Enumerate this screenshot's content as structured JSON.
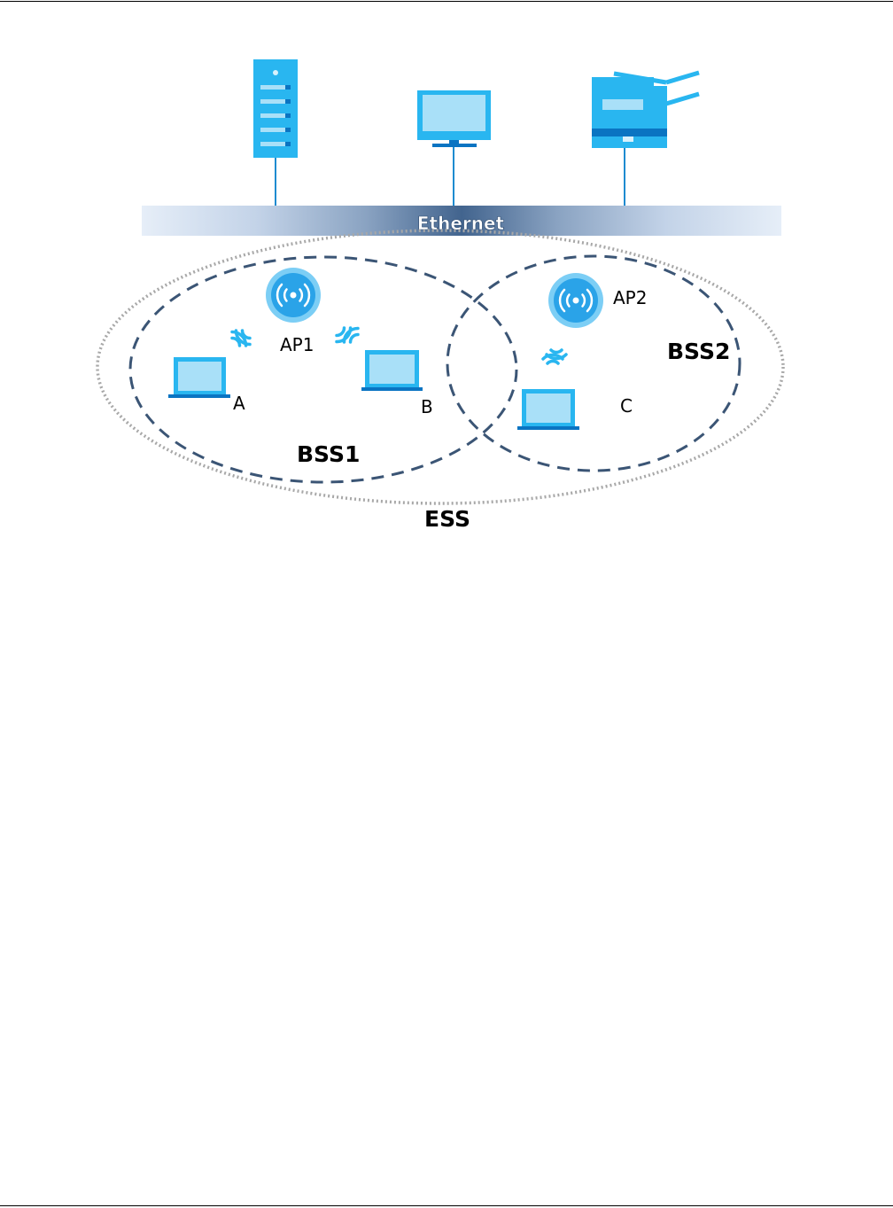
{
  "diagram": {
    "ethernet_label": "Ethernet",
    "ess_label": "ESS",
    "bss1_label": "BSS1",
    "bss2_label": "BSS2",
    "ap1_label": "AP1",
    "ap2_label": "AP2",
    "client_a_label": "A",
    "client_b_label": "B",
    "client_c_label": "C"
  },
  "colors": {
    "device_blue": "#29B6F0",
    "device_light": "#A9E0F8",
    "device_dark": "#0A74C2",
    "ap_outer": "#7CCEF5",
    "ap_inner": "#2AA3E8",
    "bss_dash": "#3B5575",
    "ess_dots": "#A8A8A8",
    "ethernet_mid": "#42648E"
  }
}
